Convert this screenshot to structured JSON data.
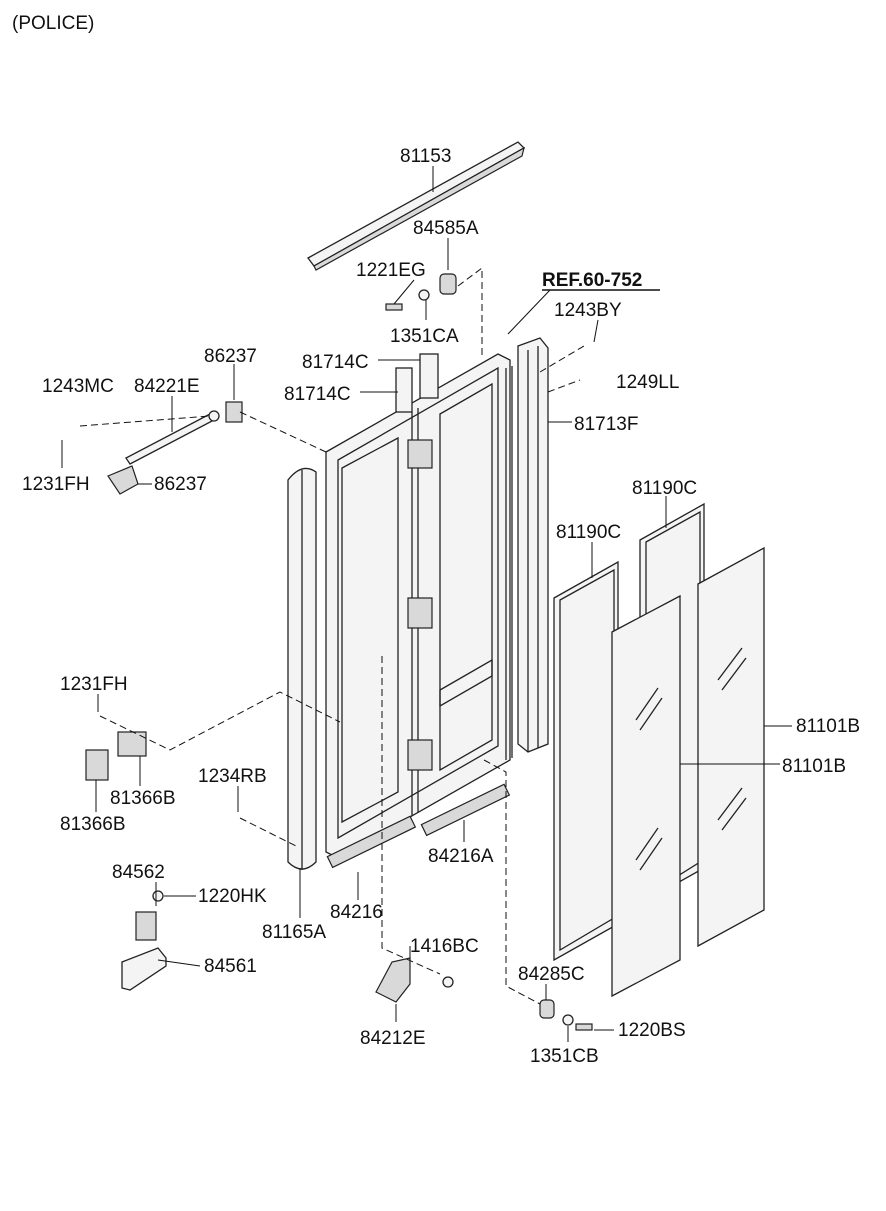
{
  "header": {
    "variant": "(POLICE)"
  },
  "reference": {
    "label": "REF.60-752"
  },
  "parts": {
    "p81153": "81153",
    "p84585A": "84585A",
    "p1221EG": "1221EG",
    "p1351CA": "1351CA",
    "p1243BY": "1243BY",
    "p1249LL": "1249LL",
    "p81713F": "81713F",
    "p86237_top": "86237",
    "p81714C_a": "81714C",
    "p81714C_b": "81714C",
    "p1243MC": "1243MC",
    "p84221E": "84221E",
    "p1231FH_top": "1231FH",
    "p86237_bottom": "86237",
    "p81190C_a": "81190C",
    "p81190C_b": "81190C",
    "p1231FH_mid": "1231FH",
    "p81366B_a": "81366B",
    "p81366B_b": "81366B",
    "p1234RB": "1234RB",
    "p81101B_a": "81101B",
    "p81101B_b": "81101B",
    "p84216A": "84216A",
    "p84562": "84562",
    "p1220HK": "1220HK",
    "p84216": "84216",
    "p81165A": "81165A",
    "p84561": "84561",
    "p1416BC": "1416BC",
    "p84285C": "84285C",
    "p1220BS": "1220BS",
    "p1351CB": "1351CB",
    "p84212E": "84212E"
  }
}
